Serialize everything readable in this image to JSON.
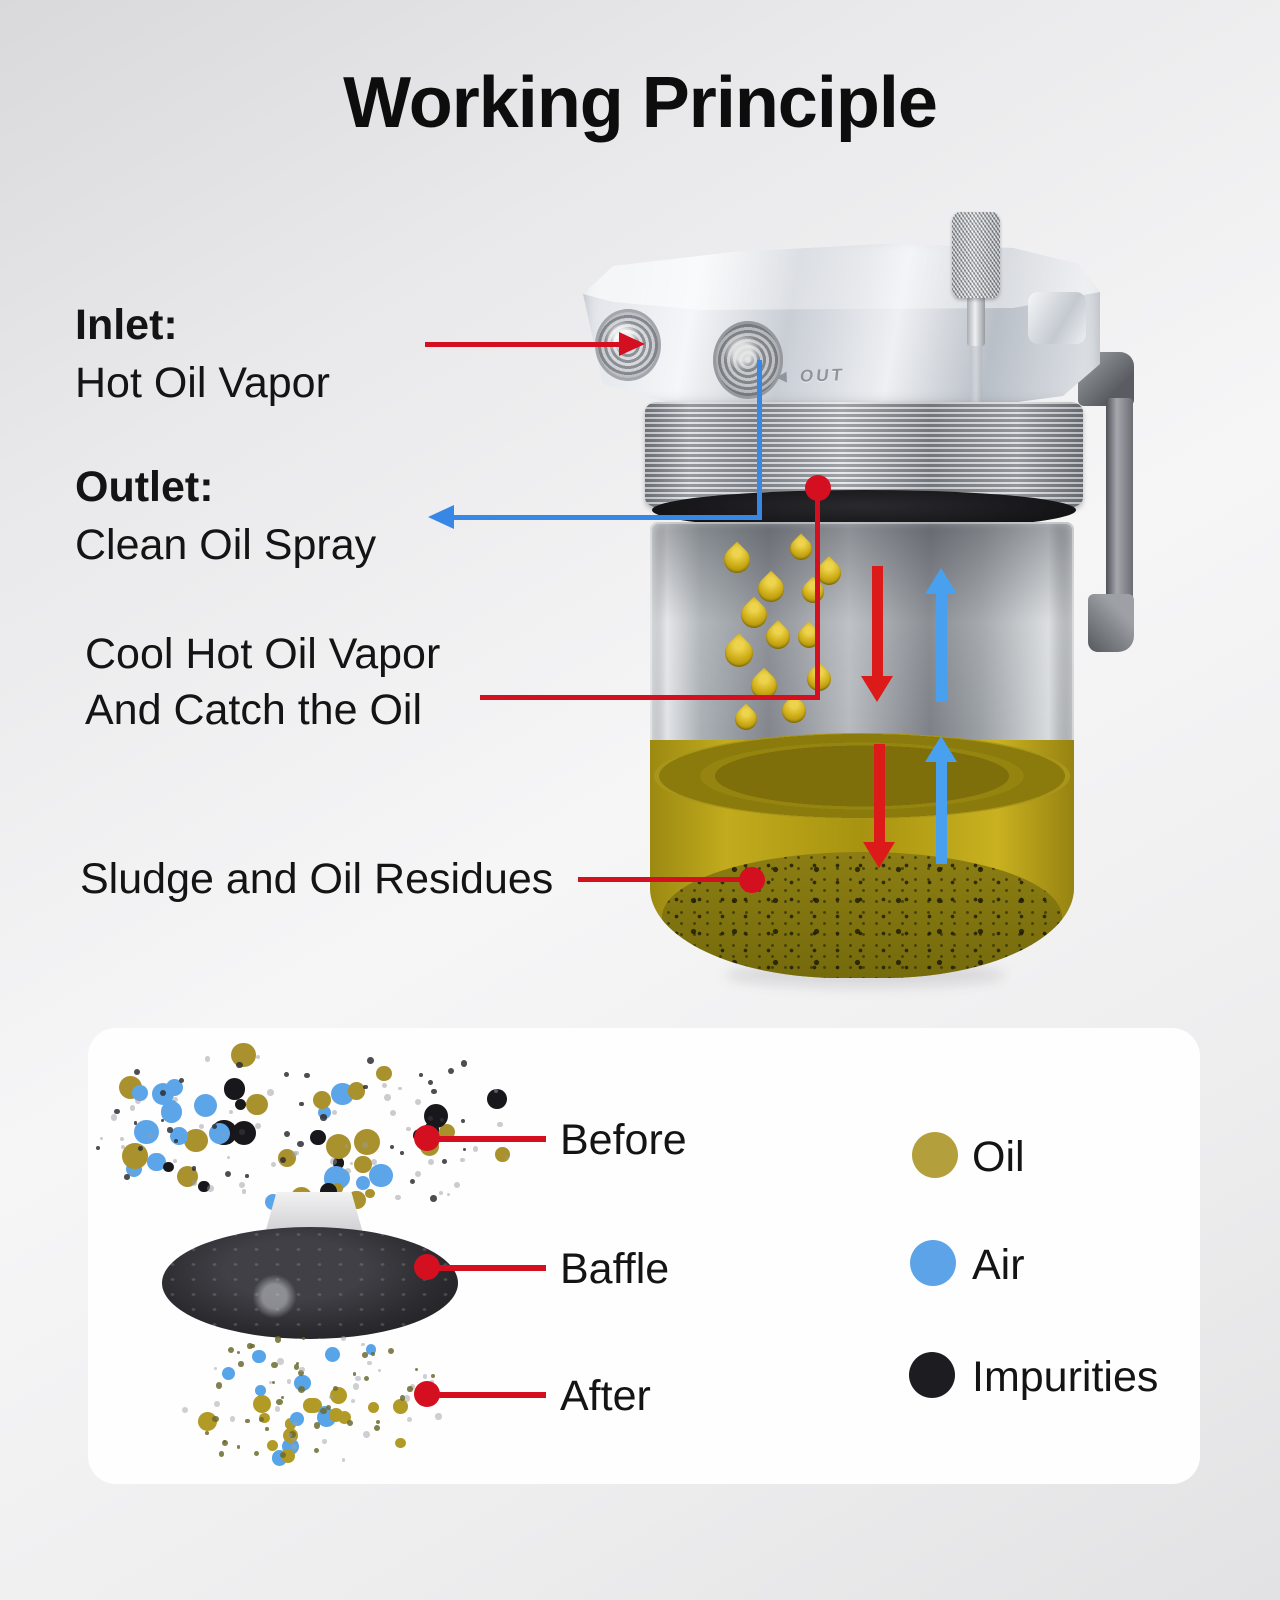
{
  "title": "Working Principle",
  "colors": {
    "leader_red": "#d40f1f",
    "leader_blue": "#3787e6",
    "flow_red": "#dc1a1a",
    "flow_blue": "#49a0ef",
    "oil_fill": "#b7a11c",
    "sludge_fill": "#7e7210",
    "panel_bg": "#fefefe"
  },
  "labels": {
    "inlet": {
      "heading": "Inlet:",
      "text": "Hot Oil Vapor"
    },
    "outlet": {
      "heading": "Outlet:",
      "text": "Clean Oil Spray"
    },
    "cool": {
      "line1": "Cool Hot Oil Vapor",
      "line2": "And Catch the Oil"
    },
    "sludge": {
      "text": "Sludge and Oil Residues"
    }
  },
  "canister": {
    "out_label": "OUT",
    "out_marker": "◀",
    "droplets": [
      [
        737,
        560,
        26
      ],
      [
        801,
        549,
        22
      ],
      [
        829,
        573,
        24
      ],
      [
        771,
        589,
        26
      ],
      [
        813,
        592,
        22
      ],
      [
        754,
        615,
        26
      ],
      [
        778,
        637,
        24
      ],
      [
        809,
        637,
        22
      ],
      [
        739,
        653,
        28
      ],
      [
        819,
        679,
        24
      ],
      [
        764,
        686,
        26
      ],
      [
        794,
        711,
        24
      ],
      [
        746,
        719,
        22
      ]
    ]
  },
  "panel": {
    "items": [
      {
        "label": "Before"
      },
      {
        "label": "Baffle"
      },
      {
        "label": "After"
      }
    ],
    "legend": [
      {
        "label": "Oil",
        "color": "#b3a03c"
      },
      {
        "label": "Air",
        "color": "#5ca3e8"
      },
      {
        "label": "Impurities",
        "color": "#1d1d21"
      }
    ],
    "clouds": {
      "before": {
        "seed": 7,
        "variant": "before",
        "large": 52,
        "specks": 95,
        "colors": {
          "black": "#17171c",
          "blue": "#5da5e9",
          "olive": "#a9922d",
          "speck": "#9a9aa2",
          "speck_dark": "#2e2e34"
        }
      },
      "after": {
        "seed": 11,
        "variant": "after",
        "large": 26,
        "specks": 75,
        "colors": {
          "blue": "#58a4e8",
          "olive": "#b29a26",
          "speck": "#a0a0a8",
          "speck_dark": "#6b6b30"
        }
      }
    }
  }
}
